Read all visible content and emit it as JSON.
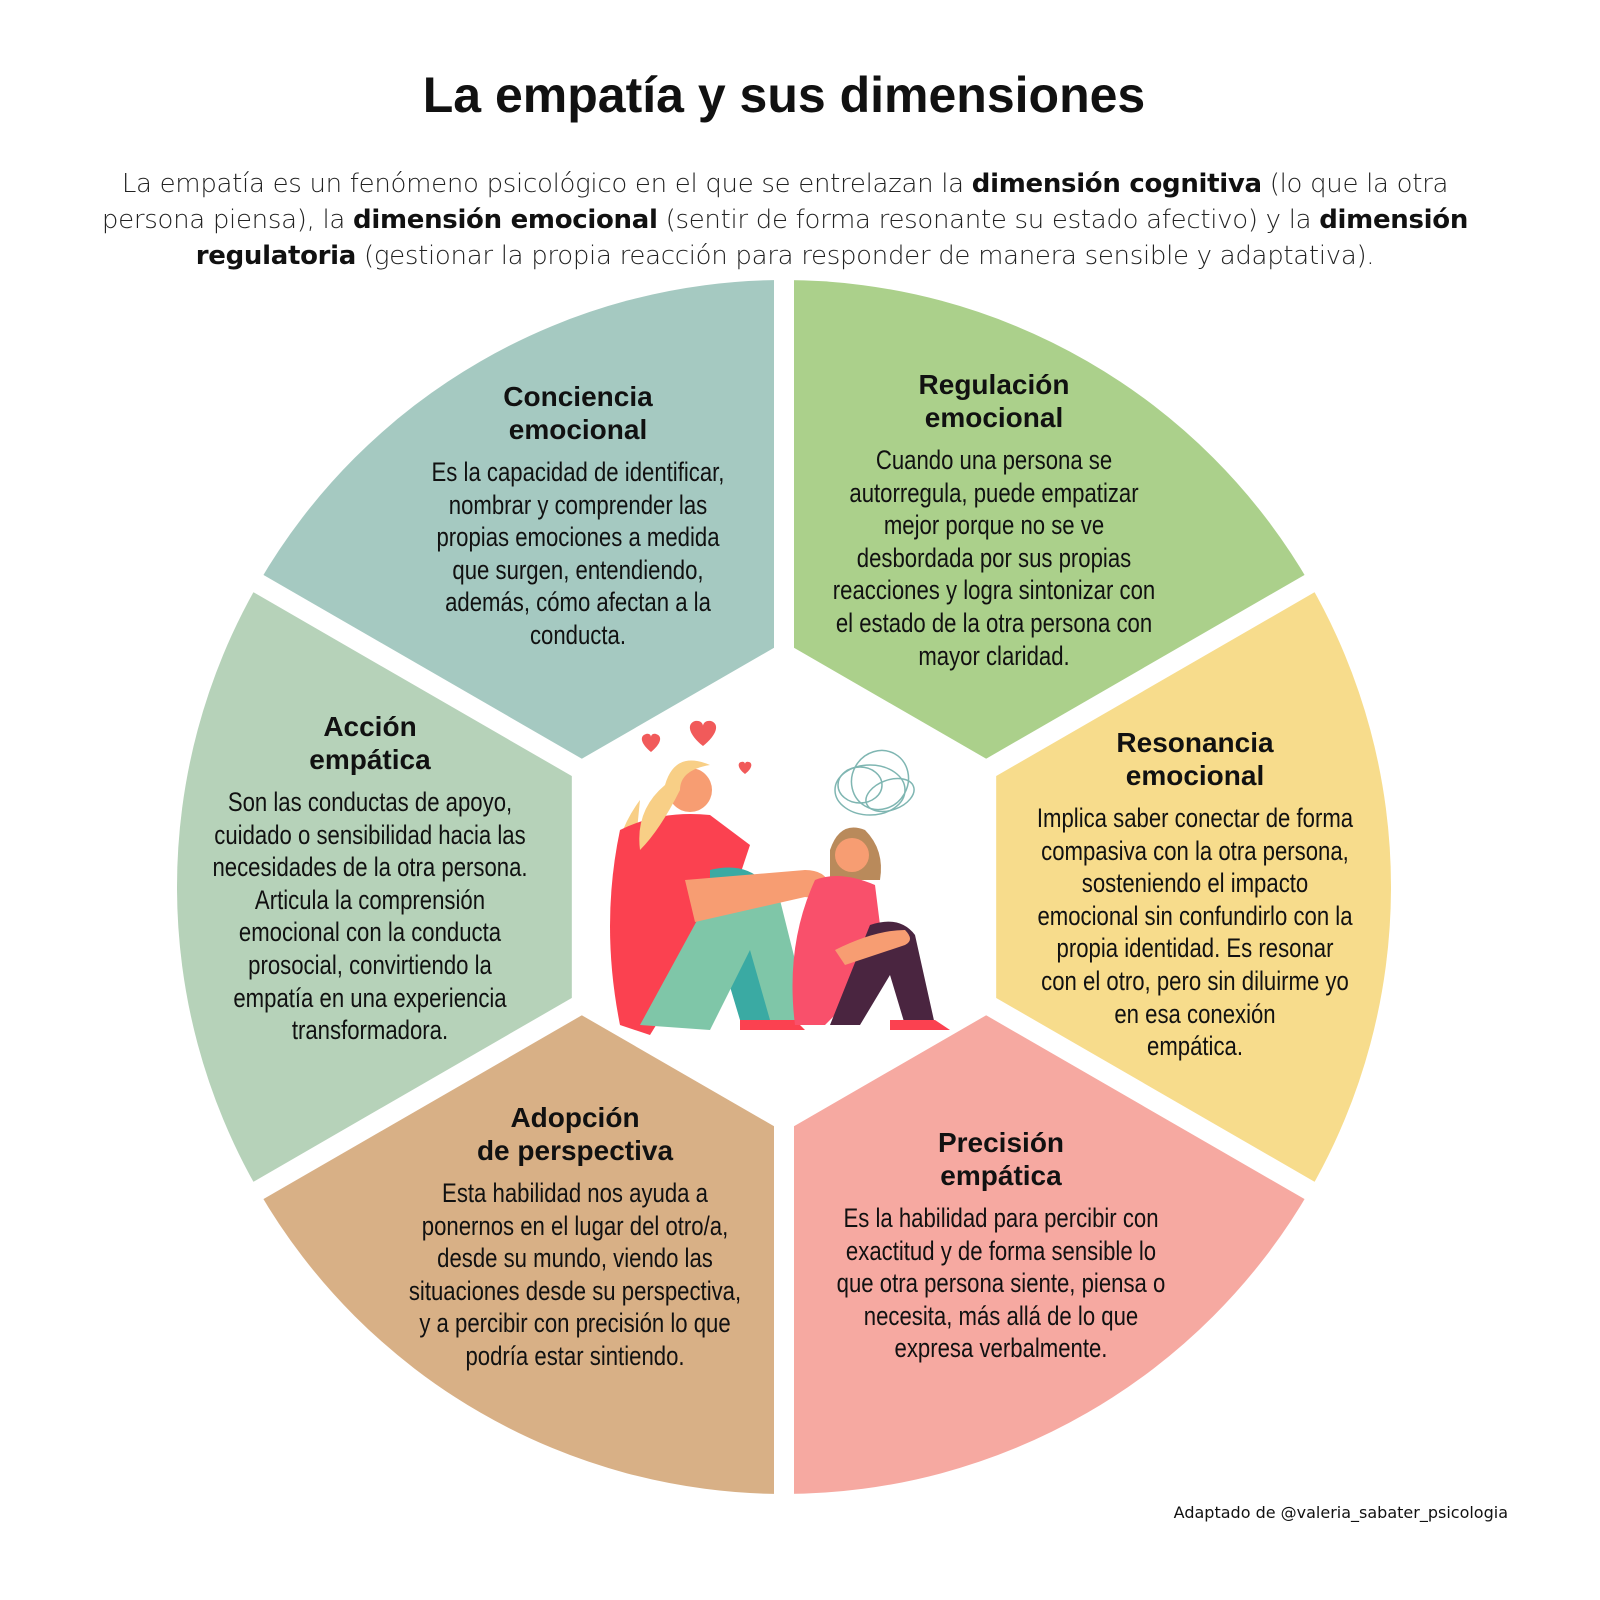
{
  "title": "La empatía y sus dimensiones",
  "subtitle": {
    "parts": [
      "La empatía es un fenómeno psicológico en el que se entrelazan la ",
      "dimensión cognitiva",
      " (lo que la otra persona piensa), la ",
      "dimensión emocional",
      " (sentir de forma resonante su estado afectivo) y la ",
      "dimensión regulatoria",
      " (gestionar la propia reacción para responder de manera sensible y adaptativa)."
    ]
  },
  "segments": [
    {
      "title": [
        "Conciencia",
        "emocional"
      ],
      "color": "#a5c9c1",
      "body": [
        "Es la capacidad de identificar,",
        "nombrar y comprender las",
        "propias emociones a medida",
        "que surgen, entendiendo,",
        "además, cómo afectan a la",
        "conducta."
      ]
    },
    {
      "title": [
        "Regulación",
        "emocional"
      ],
      "color": "#abd08b",
      "body": [
        "Cuando una persona se",
        "autorregula, puede empatizar",
        "mejor porque no se ve",
        "desbordada por sus propias",
        "reacciones y logra sintonizar con",
        "el estado de la otra persona con",
        "mayor claridad."
      ]
    },
    {
      "title": [
        "Resonancia",
        "emocional"
      ],
      "color": "#f7dc8c",
      "body": [
        "Implica saber conectar de forma",
        "compasiva con la otra persona,",
        "sosteniendo el impacto",
        "emocional sin confundirlo con la",
        "propia identidad. Es resonar",
        "con el otro, pero sin diluirme yo",
        "en esa conexión",
        "empática."
      ]
    },
    {
      "title": [
        "Precisión",
        "empática"
      ],
      "color": "#f6a9a1",
      "body": [
        "Es la habilidad para percibir con",
        "exactitud y de forma sensible lo",
        "que otra persona siente, piensa o",
        "necesita, más allá de lo que",
        "expresa verbalmente."
      ]
    },
    {
      "title": [
        "Adopción",
        "de perspectiva"
      ],
      "color": "#d8b086",
      "body": [
        "Esta habilidad nos ayuda a",
        "ponernos en el lugar del otro/a,",
        "desde su mundo, viendo las",
        "situaciones desde su perspectiva,",
        "y a percibir con precisión lo que",
        "podría estar sintiendo."
      ]
    },
    {
      "title": [
        "Acción",
        "empática"
      ],
      "color": "#b6d2b9",
      "body": [
        "Son las conductas de apoyo,",
        "cuidado o sensibilidad hacia las",
        "necesidades de la otra persona.",
        "Articula la comprensión",
        "emocional con la conducta",
        "prosocial, convirtiendo la",
        "empatía en una experiencia",
        "transformadora."
      ]
    }
  ],
  "credit": "Adaptado de @valeria_sabater_psicologia"
}
